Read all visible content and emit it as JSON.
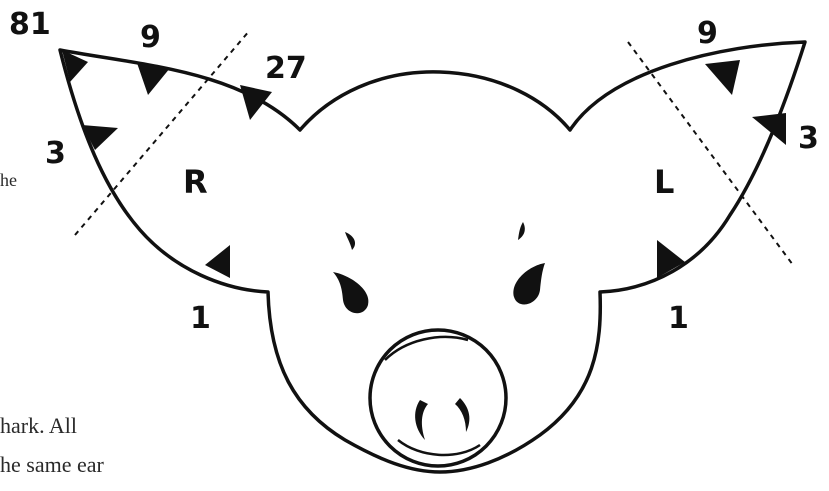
{
  "diagram": {
    "colors": {
      "outline": "#111111",
      "background": "#ffffff"
    },
    "right_ear": {
      "side_letter": "R",
      "notch_values": {
        "tip": "81",
        "upper": "9",
        "top_inner": "27",
        "outer": "3",
        "lower": "1"
      }
    },
    "left_ear": {
      "side_letter": "L",
      "notch_values": {
        "upper": "9",
        "outer": "3",
        "lower": "1"
      }
    }
  },
  "page_fragments": {
    "line_1": "he",
    "line_2": "hark. All",
    "line_3": "he same ear"
  }
}
